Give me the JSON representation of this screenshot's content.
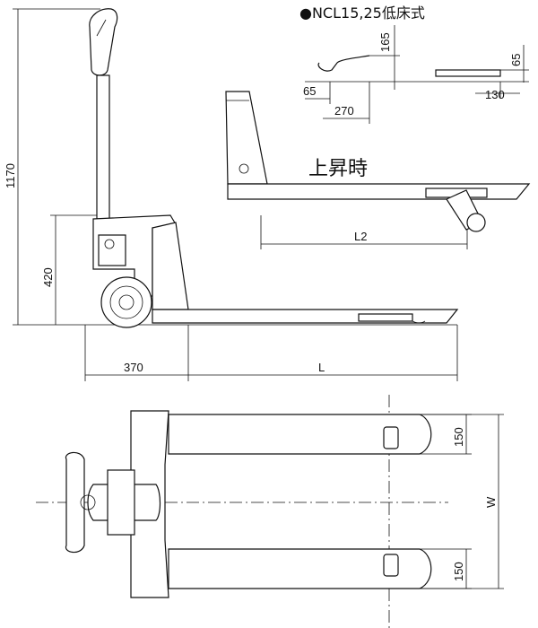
{
  "title": "●NCL15,25低床式",
  "lift_label": "上昇時",
  "dimensions": {
    "height_total": "1170",
    "height_handle": "420",
    "rear_length": "370",
    "fork_length": "L",
    "fork_length_raised": "L2",
    "detail_height": "165",
    "detail_offset": "65",
    "detail_width": "270",
    "roller_height": "65",
    "roller_length": "130",
    "fork_width_top": "150",
    "fork_width_bottom": "150",
    "overall_width": "W"
  }
}
